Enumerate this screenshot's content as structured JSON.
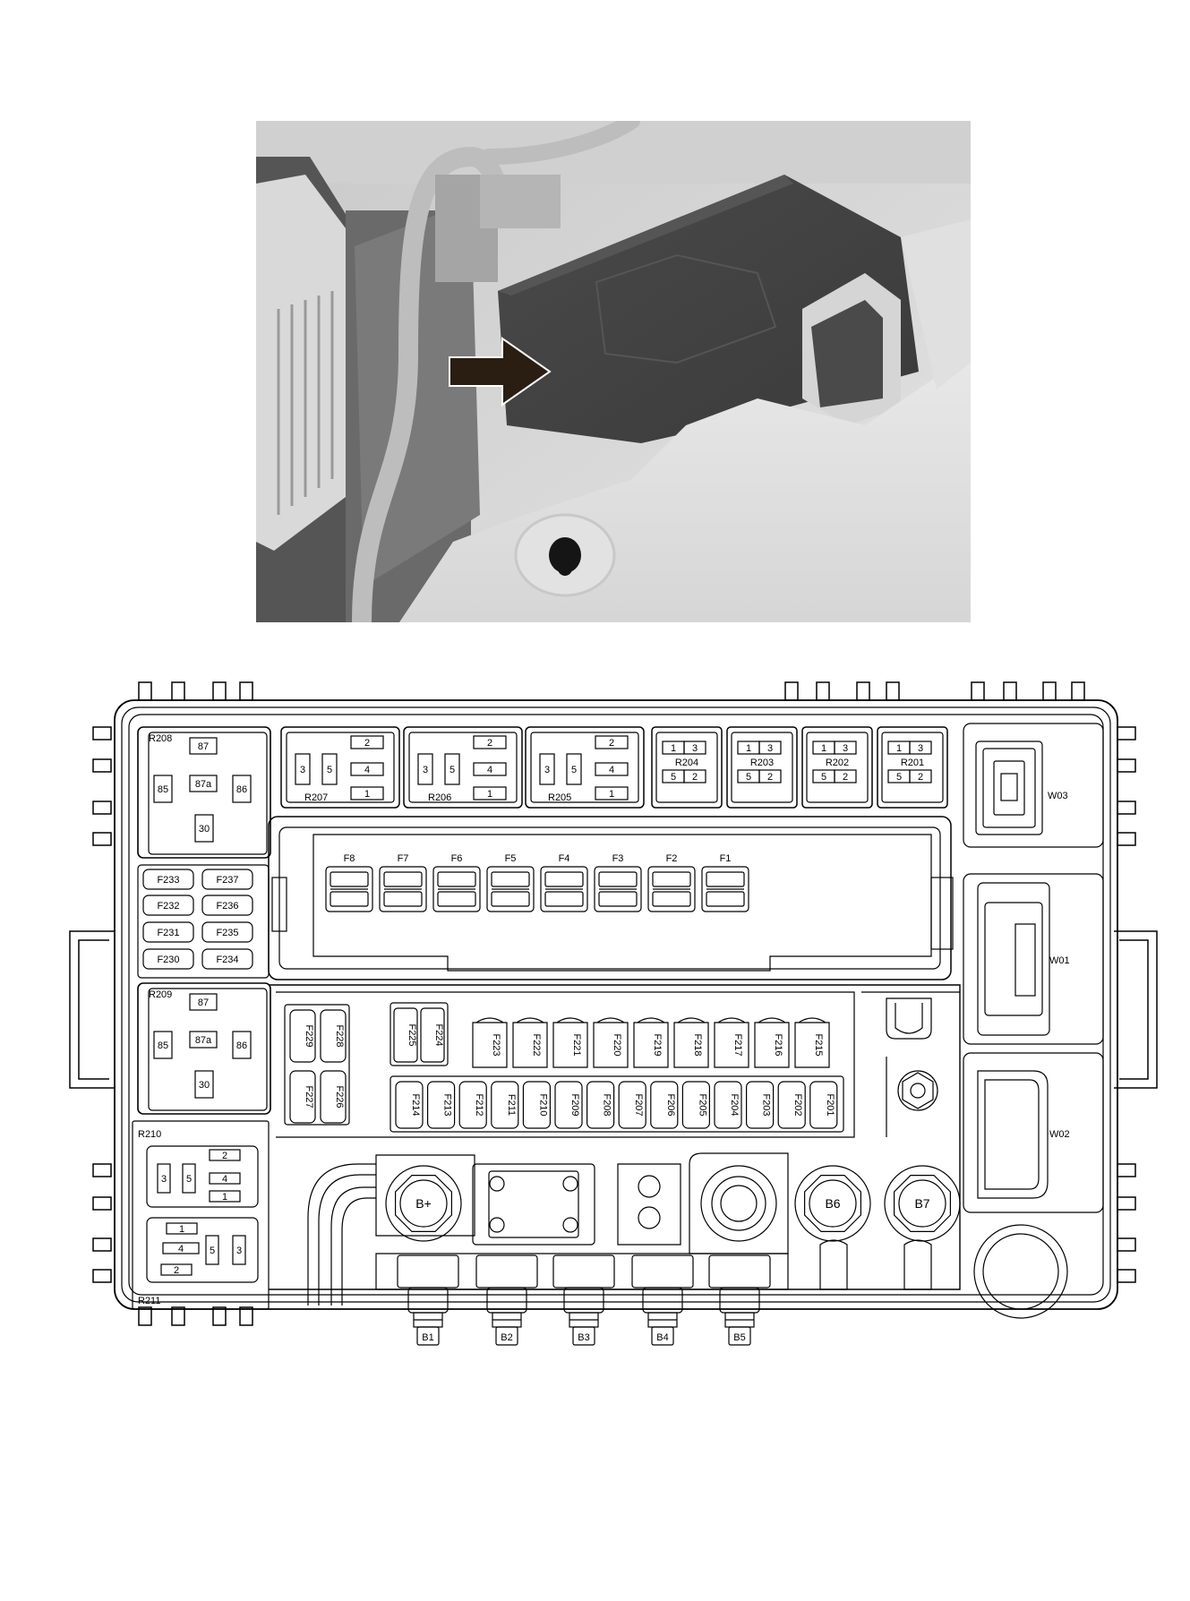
{
  "photo": {
    "description_icon": "arrow-right-icon"
  },
  "relays_large": [
    {
      "id": "R208",
      "pins": [
        "87",
        "87a",
        "85",
        "86",
        "30"
      ]
    },
    {
      "id": "R209",
      "pins": [
        "87",
        "87a",
        "85",
        "86",
        "30"
      ]
    }
  ],
  "relays_mid": [
    {
      "id": "R207",
      "pins": [
        "2",
        "3",
        "5",
        "4",
        "1"
      ]
    },
    {
      "id": "R206",
      "pins": [
        "2",
        "3",
        "5",
        "4",
        "1"
      ]
    },
    {
      "id": "R205",
      "pins": [
        "2",
        "3",
        "5",
        "4",
        "1"
      ]
    }
  ],
  "relays_small": [
    {
      "id": "R204",
      "pins": [
        "1",
        "3",
        "5",
        "2"
      ]
    },
    {
      "id": "R203",
      "pins": [
        "1",
        "3",
        "5",
        "2"
      ]
    },
    {
      "id": "R202",
      "pins": [
        "1",
        "3",
        "5",
        "2"
      ]
    },
    {
      "id": "R201",
      "pins": [
        "1",
        "3",
        "5",
        "2"
      ]
    }
  ],
  "relay_r210": {
    "id": "R210",
    "pins": [
      "2",
      "3",
      "5",
      "4",
      "1"
    ]
  },
  "relay_r211": {
    "id": "R211",
    "pins": [
      "1",
      "4",
      "5",
      "3",
      "2"
    ]
  },
  "connectors": [
    "W03",
    "W01",
    "W02"
  ],
  "mini_fuses_left": [
    "F233",
    "F232",
    "F231",
    "F230"
  ],
  "mini_fuses_right": [
    "F237",
    "F236",
    "F235",
    "F234"
  ],
  "maxi_fuses_top": [
    "F8",
    "F7",
    "F6",
    "F5",
    "F4",
    "F3",
    "F2",
    "F1"
  ],
  "jcase_fuses_left": [
    "F229",
    "F228",
    "F227",
    "F226"
  ],
  "fuse_pair": [
    "F225",
    "F224"
  ],
  "fuse_row_upper": [
    "F223",
    "F222",
    "F221",
    "F220",
    "F219",
    "F218",
    "F217",
    "F216",
    "F215"
  ],
  "fuse_row_lower": [
    "F214",
    "F213",
    "F212",
    "F211",
    "F210",
    "F209",
    "F208",
    "F207",
    "F206",
    "F205",
    "F204",
    "F203",
    "F202",
    "F201"
  ],
  "studs": [
    "B+",
    "B6",
    "B7"
  ],
  "bottom_terminals": [
    "B1",
    "B2",
    "B3",
    "B4",
    "B5"
  ]
}
